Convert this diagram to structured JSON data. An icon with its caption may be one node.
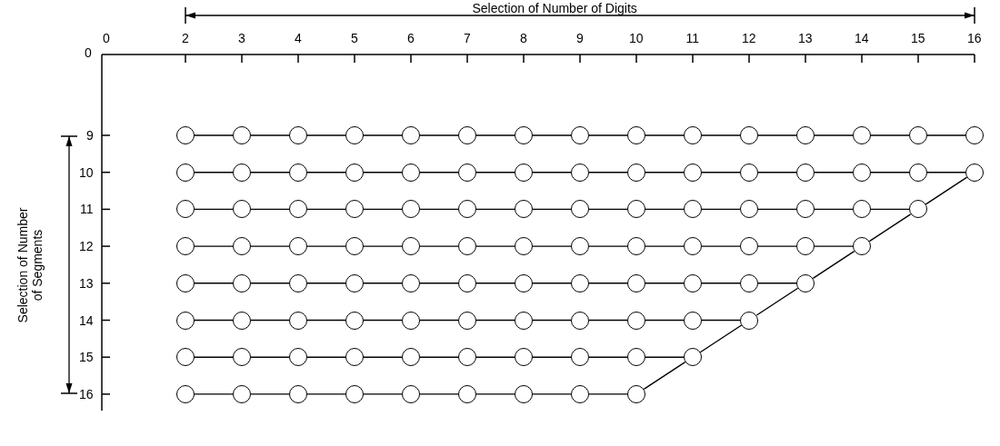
{
  "diagram": {
    "nodes": [
      {
        "text": [],
        "shape": "circle"
      },
      {
        "text": [],
        "shape": "circle"
      },
      {
        "text": [],
        "shape": "circle"
      },
      {
        "text": [],
        "shape": "circle"
      },
      {
        "text": [],
        "shape": "circle"
      },
      {
        "text": [],
        "shape": "circle"
      },
      {
        "text": [],
        "shape": "circle"
      },
      {
        "text": [],
        "shape": "circle"
      },
      {
        "text": [],
        "shape": "circle"
      },
      {
        "text": [],
        "shape": "circle"
      },
      {
        "text": [],
        "shape": "circle"
      },
      {
        "text": [],
        "shape": "circle"
      },
      {
        "text": [],
        "shape": "circle"
      },
      {
        "text": [],
        "shape": "circle"
      },
      {
        "text": [],
        "shape": "circle"
      },
      {
        "text": [],
        "shape": "circle"
      },
      {
        "text": [],
        "shape": "circle"
      },
      {
        "text": [],
        "shape": "circle"
      },
      {
        "text": [],
        "shape": "circle"
      },
      {
        "text": [],
        "shape": "circle"
      },
      {
        "text": [],
        "shape": "circle"
      },
      {
        "text": [],
        "shape": "circle"
      },
      {
        "text": [],
        "shape": "circle"
      },
      {
        "text": [],
        "shape": "circle"
      },
      {
        "text": [],
        "shape": "circle"
      },
      {
        "text": [],
        "shape": "circle"
      },
      {
        "text": [],
        "shape": "circle"
      },
      {
        "text": [],
        "shape": "circle"
      },
      {
        "text": [],
        "shape": "circle"
      },
      {
        "text": [],
        "shape": "circle"
      },
      {
        "text": [],
        "shape": "circle"
      },
      {
        "text": [],
        "shape": "circle"
      },
      {
        "text": [],
        "shape": "circle"
      },
      {
        "text": [],
        "shape": "circle"
      },
      {
        "text": [],
        "shape": "circle"
      },
      {
        "text": [],
        "shape": "circle"
      },
      {
        "text": [],
        "shape": "circle"
      },
      {
        "text": [],
        "shape": "circle"
      },
      {
        "text": [],
        "shape": "circle"
      },
      {
        "text": [],
        "shape": "circle"
      },
      {
        "text": [],
        "shape": "circle"
      },
      {
        "text": [],
        "shape": "circle"
      },
      {
        "text": [],
        "shape": "circle"
      },
      {
        "text": [],
        "shape": "circle"
      },
      {
        "text": [],
        "shape": "circle"
      },
      {
        "text": [],
        "shape": "circle"
      },
      {
        "text": [],
        "shape": "circle"
      },
      {
        "text": [],
        "shape": "circle"
      },
      {
        "text": [],
        "shape": "circle"
      },
      {
        "text": [],
        "shape": "circle"
      },
      {
        "text": [],
        "shape": "circle"
      },
      {
        "text": [],
        "shape": "circle"
      },
      {
        "text": [],
        "shape": "circle"
      },
      {
        "text": [],
        "shape": "circle"
      },
      {
        "text": [],
        "shape": "circle"
      },
      {
        "text": [],
        "shape": "circle"
      },
      {
        "text": [],
        "shape": "circle"
      },
      {
        "text": [],
        "shape": "circle"
      },
      {
        "text": [],
        "shape": "circle"
      },
      {
        "text": [],
        "shape": "circle"
      },
      {
        "text": [],
        "shape": "circle"
      },
      {
        "text": [],
        "shape": "circle"
      },
      {
        "text": [],
        "shape": "circle"
      },
      {
        "text": [],
        "shape": "circle"
      },
      {
        "text": [],
        "shape": "circle"
      },
      {
        "text": [],
        "shape": "circle"
      },
      {
        "text": [],
        "shape": "circle"
      },
      {
        "text": [],
        "shape": "circle"
      },
      {
        "text": [],
        "shape": "circle"
      },
      {
        "text": [],
        "shape": "circle"
      },
      {
        "text": [],
        "shape": "circle"
      },
      {
        "text": [],
        "shape": "circle"
      },
      {
        "text": [],
        "shape": "circle"
      },
      {
        "text": [],
        "shape": "circle"
      },
      {
        "text": [],
        "shape": "circle"
      },
      {
        "text": [],
        "shape": "circle"
      },
      {
        "text": [],
        "shape": "circle"
      },
      {
        "text": [],
        "shape": "circle"
      },
      {
        "text": [],
        "shape": "circle"
      },
      {
        "text": [],
        "shape": "circle"
      },
      {
        "text": [],
        "shape": "circle"
      },
      {
        "text": [],
        "shape": "circle"
      },
      {
        "text": [],
        "shape": "circle"
      },
      {
        "text": [],
        "shape": "circle"
      },
      {
        "text": [],
        "shape": "circle"
      },
      {
        "text": [],
        "shape": "circle"
      },
      {
        "text": [],
        "shape": "circle"
      },
      {
        "text": [],
        "shape": "circle"
      },
      {
        "text": [],
        "shape": "circle"
      },
      {
        "text": [],
        "shape": "circle"
      },
      {
        "text": [],
        "shape": "circle"
      },
      {
        "text": [],
        "shape": "circle"
      },
      {
        "text": [],
        "shape": "circle"
      },
      {
        "text": [],
        "shape": "circle"
      },
      {
        "text": [],
        "shape": "circle"
      },
      {
        "text": [],
        "shape": "circle"
      },
      {
        "text": [],
        "shape": "circle"
      },
      {
        "text": [],
        "shape": "circle"
      },
      {
        "text": [],
        "shape": "circle"
      }
    ],
    "edges": [
      {
        "from": 0,
        "to": 1,
        "arrow": "none"
      },
      {
        "from": 1,
        "to": 2,
        "arrow": "none"
      },
      {
        "from": 2,
        "to": 3,
        "arrow": "none"
      },
      {
        "from": 3,
        "to": 4,
        "arrow": "none"
      },
      {
        "from": 4,
        "to": 5,
        "arrow": "none"
      },
      {
        "from": 5,
        "to": 6,
        "arrow": "none"
      },
      {
        "from": 6,
        "to": 7,
        "arrow": "none"
      },
      {
        "from": 7,
        "to": 8,
        "arrow": "none"
      },
      {
        "from": 8,
        "to": 9,
        "arrow": "none"
      },
      {
        "from": 9,
        "to": 10,
        "arrow": "none"
      },
      {
        "from": 10,
        "to": 11,
        "arrow": "none"
      },
      {
        "from": 11,
        "to": 12,
        "arrow": "none"
      },
      {
        "from": 12,
        "to": 13,
        "arrow": "none"
      },
      {
        "from": 13,
        "to": 14,
        "arrow": "none"
      },
      {
        "from": 15,
        "to": 16,
        "arrow": "none"
      },
      {
        "from": 16,
        "to": 17,
        "arrow": "none"
      },
      {
        "from": 17,
        "to": 18,
        "arrow": "none"
      },
      {
        "from": 18,
        "to": 19,
        "arrow": "none"
      },
      {
        "from": 19,
        "to": 20,
        "arrow": "none"
      },
      {
        "from": 20,
        "to": 21,
        "arrow": "none"
      },
      {
        "from": 21,
        "to": 22,
        "arrow": "none"
      },
      {
        "from": 22,
        "to": 23,
        "arrow": "none"
      },
      {
        "from": 23,
        "to": 24,
        "arrow": "none"
      },
      {
        "from": 24,
        "to": 25,
        "arrow": "none"
      },
      {
        "from": 25,
        "to": 26,
        "arrow": "none"
      },
      {
        "from": 26,
        "to": 27,
        "arrow": "none"
      },
      {
        "from": 27,
        "to": 28,
        "arrow": "none"
      },
      {
        "from": 28,
        "to": 29,
        "arrow": "none"
      },
      {
        "from": 30,
        "to": 31,
        "arrow": "none"
      },
      {
        "from": 31,
        "to": 32,
        "arrow": "none"
      },
      {
        "from": 32,
        "to": 33,
        "arrow": "none"
      },
      {
        "from": 33,
        "to": 34,
        "arrow": "none"
      },
      {
        "from": 34,
        "to": 35,
        "arrow": "none"
      },
      {
        "from": 35,
        "to": 36,
        "arrow": "none"
      },
      {
        "from": 36,
        "to": 37,
        "arrow": "none"
      },
      {
        "from": 37,
        "to": 38,
        "arrow": "none"
      },
      {
        "from": 38,
        "to": 39,
        "arrow": "none"
      },
      {
        "from": 39,
        "to": 40,
        "arrow": "none"
      },
      {
        "from": 40,
        "to": 41,
        "arrow": "none"
      },
      {
        "from": 41,
        "to": 42,
        "arrow": "none"
      },
      {
        "from": 42,
        "to": 43,
        "arrow": "none"
      },
      {
        "from": 44,
        "to": 45,
        "arrow": "none"
      },
      {
        "from": 45,
        "to": 46,
        "arrow": "none"
      },
      {
        "from": 46,
        "to": 47,
        "arrow": "none"
      },
      {
        "from": 47,
        "to": 48,
        "arrow": "none"
      },
      {
        "from": 48,
        "to": 49,
        "arrow": "none"
      },
      {
        "from": 49,
        "to": 50,
        "arrow": "none"
      },
      {
        "from": 50,
        "to": 51,
        "arrow": "none"
      },
      {
        "from": 51,
        "to": 52,
        "arrow": "none"
      },
      {
        "from": 52,
        "to": 53,
        "arrow": "none"
      },
      {
        "from": 53,
        "to": 54,
        "arrow": "none"
      },
      {
        "from": 54,
        "to": 55,
        "arrow": "none"
      },
      {
        "from": 55,
        "to": 56,
        "arrow": "none"
      },
      {
        "from": 57,
        "to": 58,
        "arrow": "none"
      },
      {
        "from": 58,
        "to": 59,
        "arrow": "none"
      },
      {
        "from": 59,
        "to": 60,
        "arrow": "none"
      },
      {
        "from": 60,
        "to": 61,
        "arrow": "none"
      },
      {
        "from": 61,
        "to": 62,
        "arrow": "none"
      },
      {
        "from": 62,
        "to": 63,
        "arrow": "none"
      },
      {
        "from": 63,
        "to": 64,
        "arrow": "none"
      },
      {
        "from": 64,
        "to": 65,
        "arrow": "none"
      },
      {
        "from": 65,
        "to": 66,
        "arrow": "none"
      },
      {
        "from": 66,
        "to": 67,
        "arrow": "none"
      },
      {
        "from": 67,
        "to": 68,
        "arrow": "none"
      },
      {
        "from": 69,
        "to": 70,
        "arrow": "none"
      },
      {
        "from": 70,
        "to": 71,
        "arrow": "none"
      },
      {
        "from": 71,
        "to": 72,
        "arrow": "none"
      },
      {
        "from": 72,
        "to": 73,
        "arrow": "none"
      },
      {
        "from": 73,
        "to": 74,
        "arrow": "none"
      },
      {
        "from": 74,
        "to": 75,
        "arrow": "none"
      },
      {
        "from": 75,
        "to": 76,
        "arrow": "none"
      },
      {
        "from": 76,
        "to": 77,
        "arrow": "none"
      },
      {
        "from": 77,
        "to": 78,
        "arrow": "none"
      },
      {
        "from": 78,
        "to": 79,
        "arrow": "none"
      },
      {
        "from": 80,
        "to": 81,
        "arrow": "none"
      },
      {
        "from": 81,
        "to": 82,
        "arrow": "none"
      },
      {
        "from": 82,
        "to": 83,
        "arrow": "none"
      },
      {
        "from": 83,
        "to": 84,
        "arrow": "none"
      },
      {
        "from": 84,
        "to": 85,
        "arrow": "none"
      },
      {
        "from": 85,
        "to": 86,
        "arrow": "none"
      },
      {
        "from": 86,
        "to": 87,
        "arrow": "none"
      },
      {
        "from": 87,
        "to": 88,
        "arrow": "none"
      },
      {
        "from": 88,
        "to": 89,
        "arrow": "none"
      },
      {
        "from": 90,
        "to": 91,
        "arrow": "none"
      },
      {
        "from": 91,
        "to": 92,
        "arrow": "none"
      },
      {
        "from": 92,
        "to": 93,
        "arrow": "none"
      },
      {
        "from": 93,
        "to": 94,
        "arrow": "none"
      },
      {
        "from": 94,
        "to": 95,
        "arrow": "none"
      },
      {
        "from": 95,
        "to": 96,
        "arrow": "none"
      },
      {
        "from": 96,
        "to": 97,
        "arrow": "none"
      },
      {
        "from": 97,
        "to": 98,
        "arrow": "none"
      },
      {
        "from": 98,
        "to": 89,
        "arrow": "none"
      },
      {
        "from": 89,
        "to": 79,
        "arrow": "none"
      },
      {
        "from": 79,
        "to": 68,
        "arrow": "none"
      },
      {
        "from": 68,
        "to": 56,
        "arrow": "none"
      },
      {
        "from": 56,
        "to": 43,
        "arrow": "none"
      },
      {
        "from": 43,
        "to": 29,
        "arrow": "none"
      }
    ],
    "labels": [
      "Selection of Number of Digits",
      "0",
      "2",
      "3",
      "4",
      "5",
      "6",
      "7",
      "8",
      "9",
      "10",
      "11",
      "12",
      "13",
      "14",
      "15",
      "16",
      "0",
      "9",
      "10",
      "11",
      "12",
      "13",
      "14",
      "15",
      "16",
      "Selection of Number of Segments"
    ]
  }
}
